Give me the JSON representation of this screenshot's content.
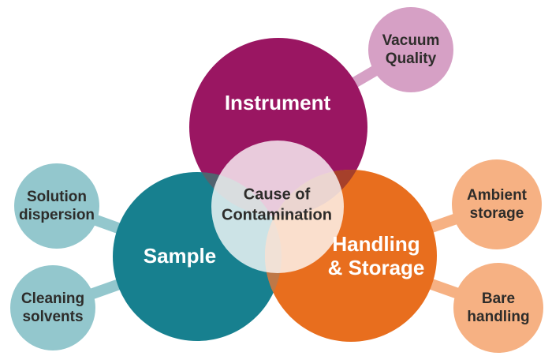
{
  "diagram_title": "Cause of Contamination",
  "labels": {
    "center": "Cause of\nContamination",
    "instrument": "Instrument",
    "sample": "Sample",
    "handling_storage": "Handling\n& Storage",
    "vacuum_quality": "Vacuum\nQuality",
    "solution_dispersion": "Solution\ndispersion",
    "cleaning_solvents": "Cleaning\nsolvents",
    "ambient_storage": "Ambient\nstorage",
    "bare_handling": "Bare\nhandling"
  },
  "colors": {
    "background": "#FFFFFF",
    "instrument": "#9A1662",
    "sample": "#17808F",
    "handling_storage": "#E86E1E",
    "satellite_pink": "#D6A0C5",
    "satellite_teal": "#93C7CD",
    "satellite_orange": "#F6B183",
    "overlap_instrument_sample": "#52636F",
    "overlap_instrument_handling": "#A6402B",
    "overlap_sample_handling": "#BE7847",
    "center_overlay": "#FFFFFF",
    "label_dark": "#2D2C2A",
    "label_light": "#FFFFFF"
  }
}
